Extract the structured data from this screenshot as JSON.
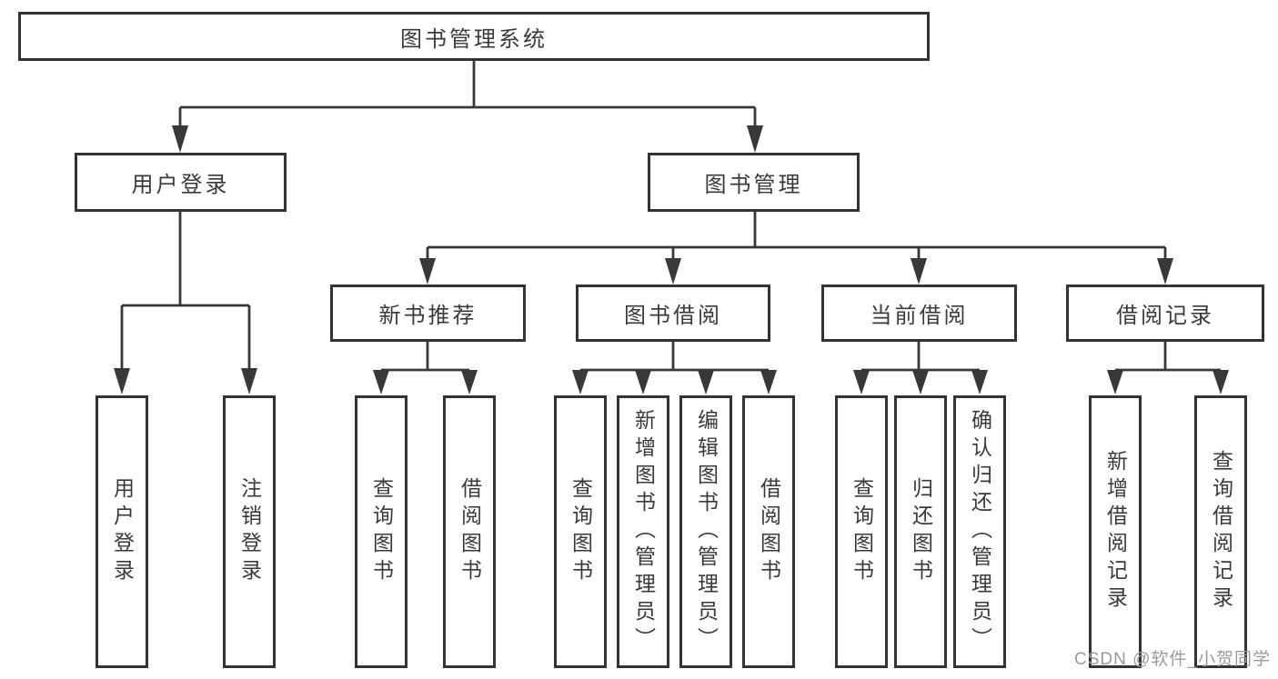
{
  "tree": {
    "root": "图书管理系统",
    "branches": [
      {
        "label": "用户登录",
        "children": [
          "用户登录",
          "注销登录"
        ]
      },
      {
        "label": "图书管理",
        "groups": [
          {
            "label": "新书推荐",
            "children": [
              "查询图书",
              "借阅图书"
            ]
          },
          {
            "label": "图书借阅",
            "children": [
              "查询图书",
              "新增图书（管理员）",
              "编辑图书（管理员）",
              "借阅图书"
            ]
          },
          {
            "label": "当前借阅",
            "children": [
              "查询图书",
              "归还图书",
              "确认归还（管理员）"
            ]
          },
          {
            "label": "借阅记录",
            "children": [
              "新增借阅记录",
              "查询借阅记录"
            ]
          }
        ]
      }
    ]
  },
  "watermark": "CSDN @软件_小贺同学",
  "colors": {
    "line": "#383838",
    "box_border": "#333333",
    "text": "#3a3a3a",
    "background": "#ffffff",
    "watermark": "#9b9b9b"
  }
}
